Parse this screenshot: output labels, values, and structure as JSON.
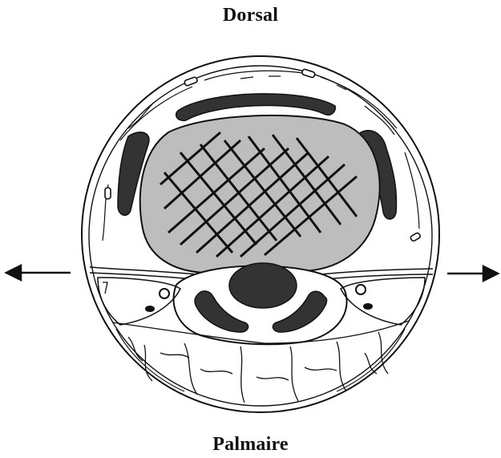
{
  "labels": {
    "top": "Dorsal",
    "bottom": "Palmaire"
  },
  "colors": {
    "stroke": "#111111",
    "bone_fill": "#bdbdbd",
    "dark_fill": "#333333",
    "background": "#ffffff"
  },
  "arrows": {
    "left": "arrow-left",
    "right": "arrow-right"
  }
}
